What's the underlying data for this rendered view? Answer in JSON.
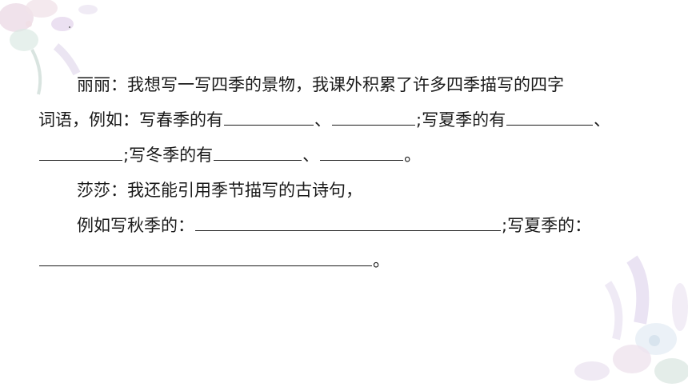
{
  "dialogue": {
    "p1_line1": "丽丽：我想写一写四季的景物，我课外积累了许多四季描写的四字",
    "p1_line2_a": "词语，例如：写春季的有",
    "sep_dun": "、",
    "p1_line2_b": ";写夏季的有",
    "p1_line3_a": ";写冬季的有",
    "period": "。",
    "p2_line1": "莎莎：我还能引用季节描写的古诗句，",
    "p2_line2_a": "例如写秋季的：",
    "p2_line2_b": ";写夏季的："
  }
}
